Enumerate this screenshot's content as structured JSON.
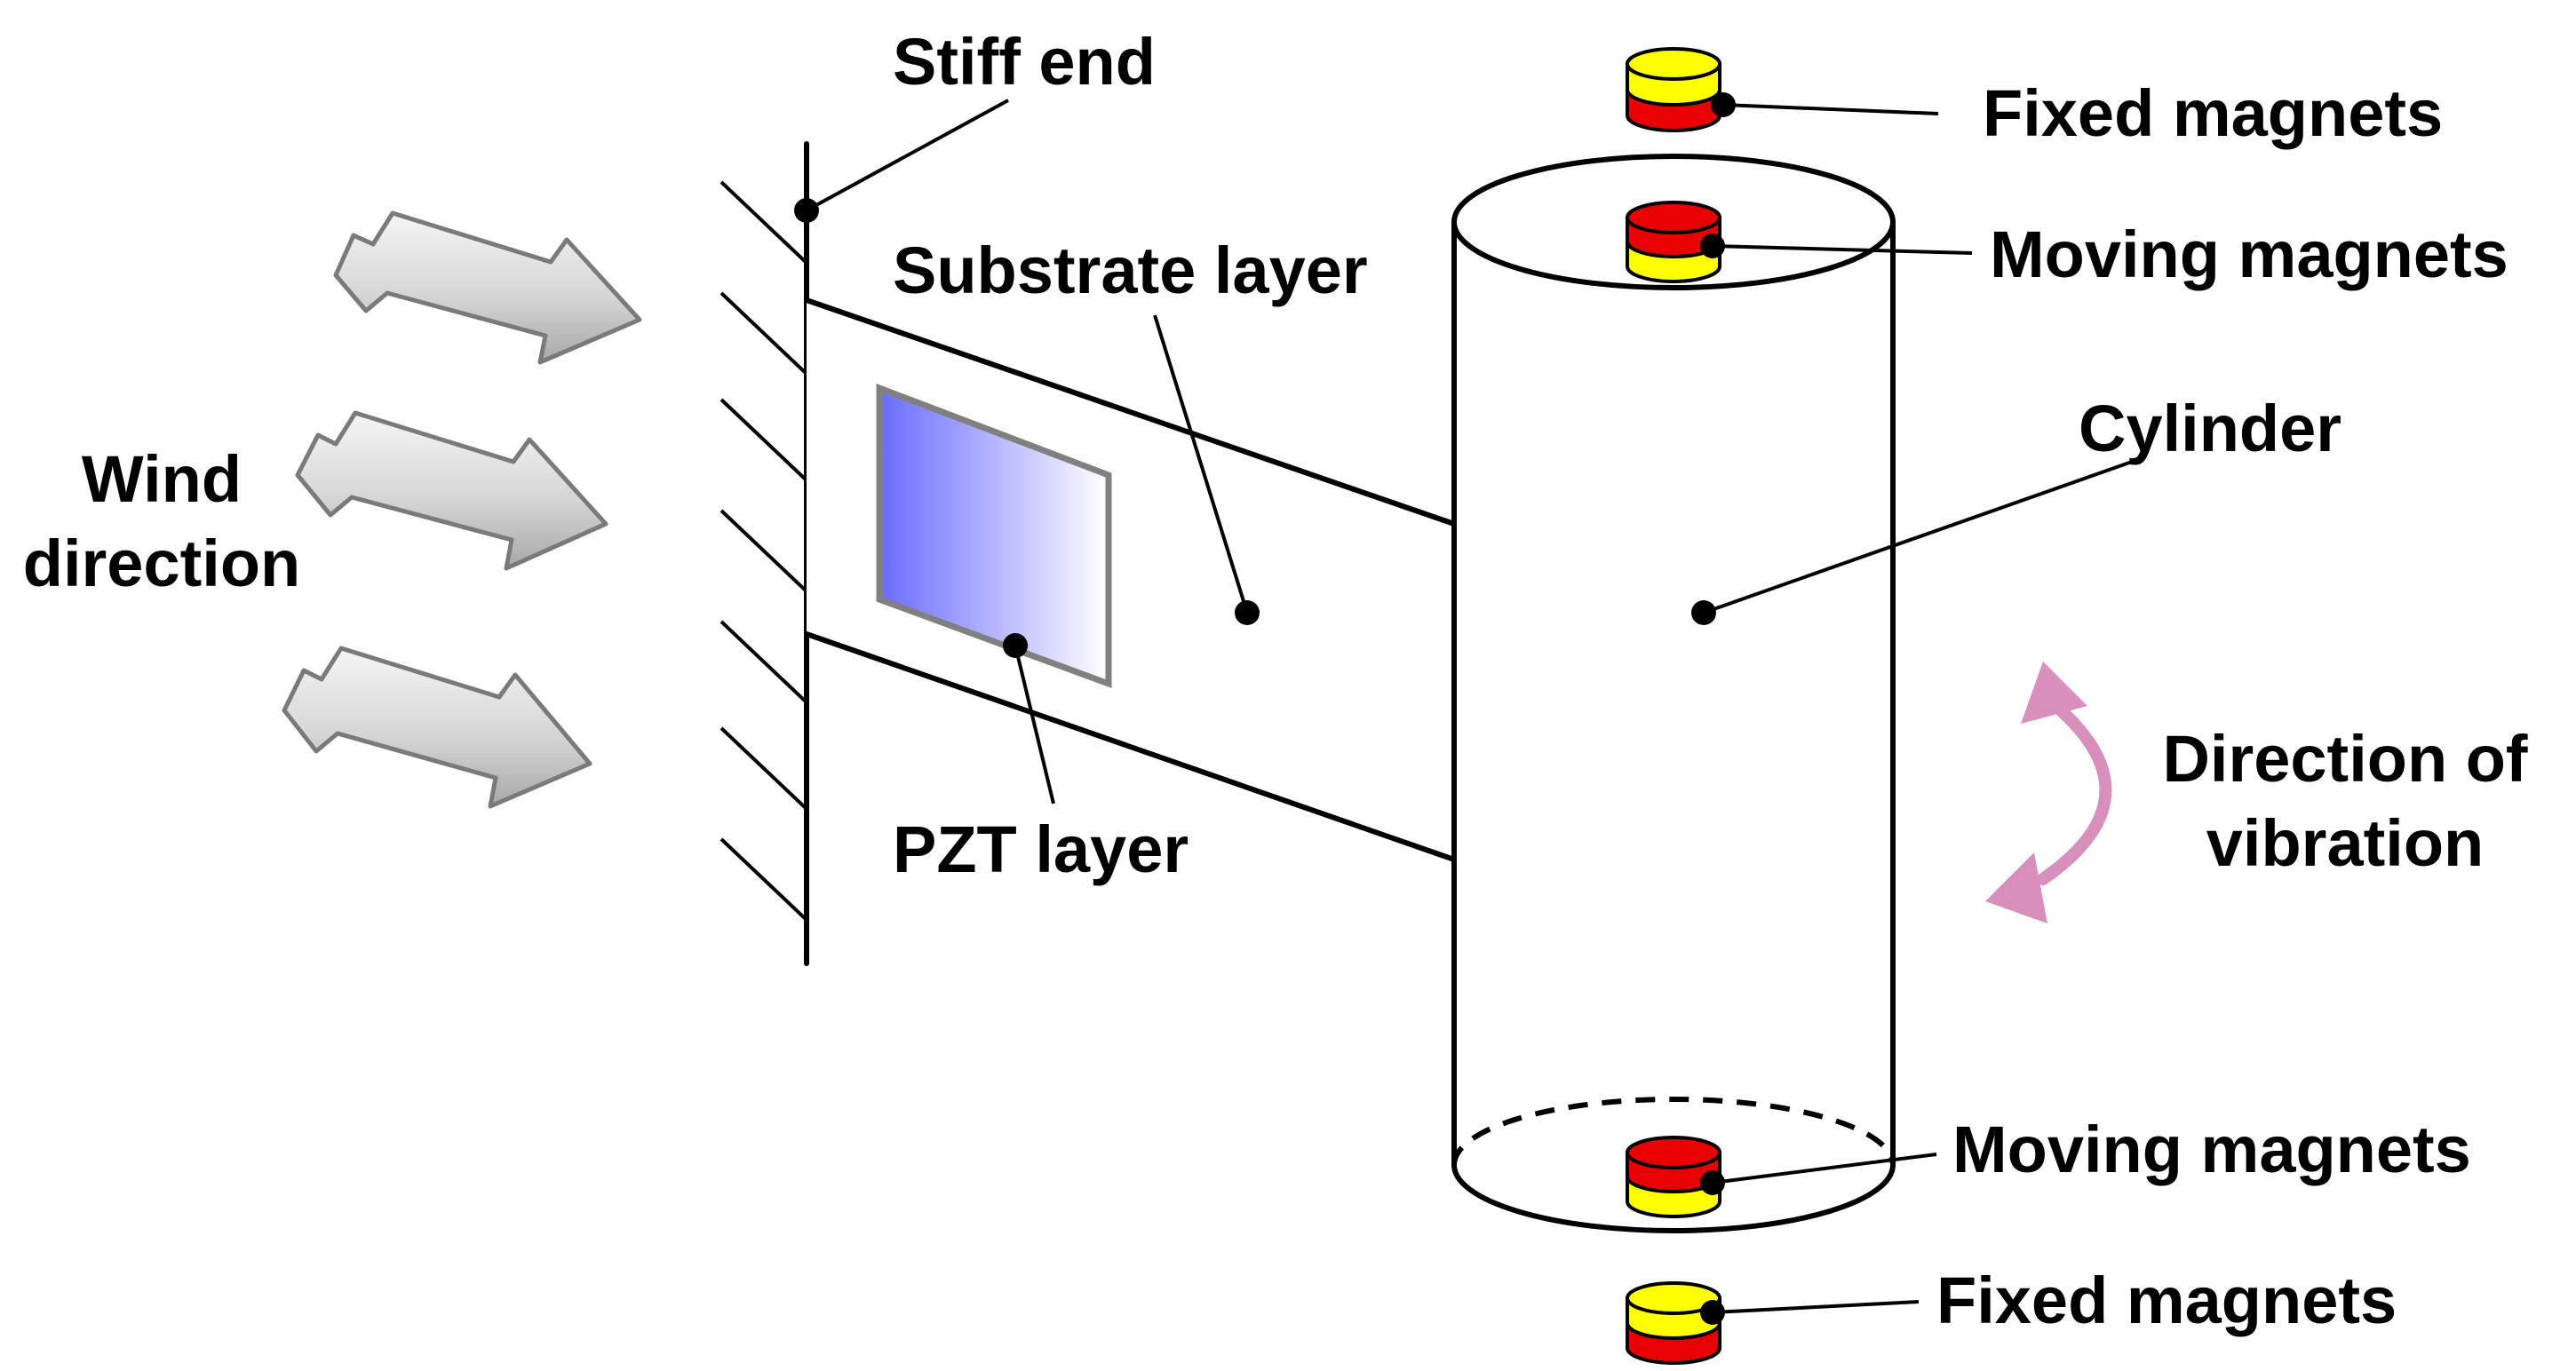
{
  "labels": {
    "stiff_end": "Stiff end",
    "substrate_layer": "Substrate layer",
    "wind_direction_line1": "Wind",
    "wind_direction_line2": "direction",
    "pzt_layer": "PZT layer",
    "cylinder": "Cylinder",
    "fixed_magnets_top": "Fixed magnets",
    "moving_magnets_top": "Moving magnets",
    "moving_magnets_bottom": "Moving magnets",
    "fixed_magnets_bottom": "Fixed magnets",
    "direction_of_vibration_line1": "Direction of",
    "direction_of_vibration_line2": "vibration"
  },
  "colors": {
    "magnet_red": "#e60000",
    "magnet_yellow": "#ffff00",
    "vibration_arrow": "#d98fbb",
    "pzt_gradient_start": "#6b6bff",
    "pzt_gradient_end": "#ffffff",
    "wind_arrow_light": "#f5f5f5",
    "wind_arrow_dark": "#a8a8a8"
  },
  "icons": {
    "wind_arrows": "wind-arrow-icon",
    "vibration_arrow": "curved-double-arrow-icon"
  }
}
